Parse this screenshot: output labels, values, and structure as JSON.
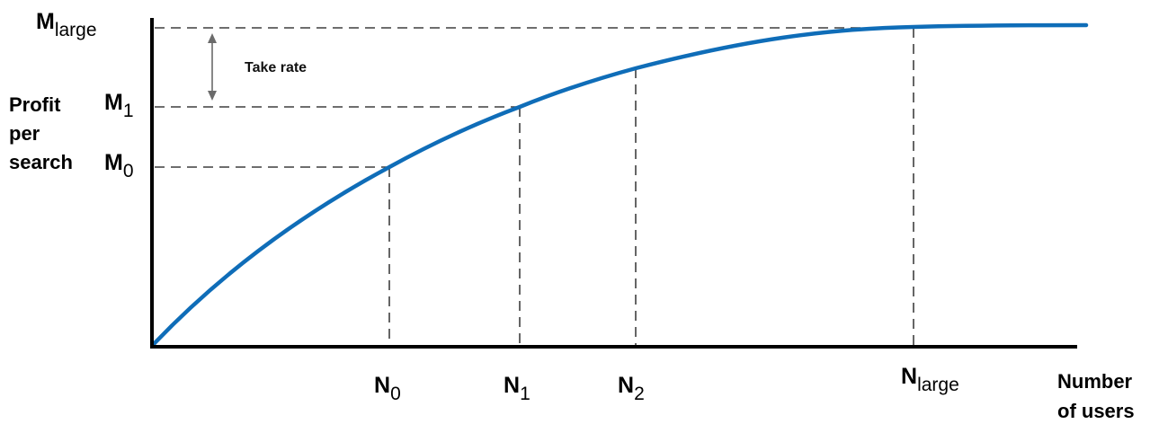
{
  "diagram": {
    "y_axis_label": [
      "Profit",
      "per",
      "search"
    ],
    "x_axis_label": [
      "Number",
      "of users"
    ],
    "annotation": "Take rate",
    "y_levels": [
      {
        "main": "M",
        "sub": "large"
      },
      {
        "main": "M",
        "sub": "1"
      },
      {
        "main": "M",
        "sub": "0"
      }
    ],
    "x_levels": [
      {
        "main": "N",
        "sub": "0"
      },
      {
        "main": "N",
        "sub": "1"
      },
      {
        "main": "N",
        "sub": "2"
      },
      {
        "main": "N",
        "sub": "large"
      }
    ],
    "curve_color": "#0f6db8",
    "axis_color": "#000000",
    "guide_color": "#3f3f3f"
  }
}
